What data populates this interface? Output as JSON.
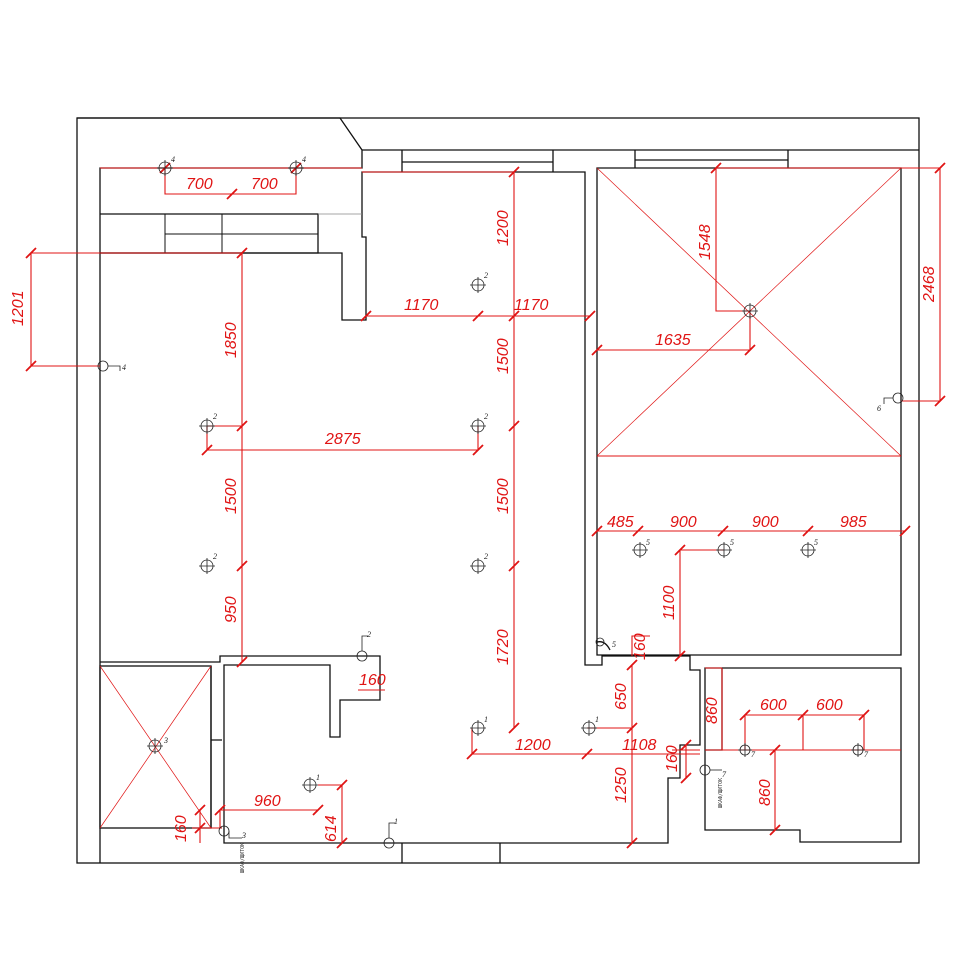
{
  "colors": {
    "dimension": "#e01414",
    "wall": "#111111",
    "background": "#ffffff"
  },
  "dimensions": {
    "d700a": "700",
    "d700b": "700",
    "d1201": "1201",
    "d1850": "1850",
    "d1200a": "1200",
    "d1170a": "1170",
    "d1170b": "1170",
    "d1500a": "1500",
    "d1500b": "1500",
    "d1500c": "1500",
    "d2875": "2875",
    "d950": "950",
    "d1720": "1720",
    "d1548": "1548",
    "d1635": "1635",
    "d2468": "2468",
    "d485": "485",
    "d900a": "900",
    "d900b": "900",
    "d985": "985",
    "d1100": "1100",
    "d160a": "160",
    "d160b": "160",
    "d160c": "160",
    "d160d": "160",
    "d650": "650",
    "d1200b": "1200",
    "d1108": "1108",
    "d1250": "1250",
    "d860a": "860",
    "d860b": "860",
    "d600a": "600",
    "d600b": "600",
    "d960": "960",
    "d614": "614"
  },
  "markers": {
    "m4a": "4",
    "m4b": "4",
    "m4c": "4",
    "m2a": "2",
    "m2b": "2",
    "m2c": "2",
    "m2d": "2",
    "m2e": "2",
    "m2f": "2",
    "m3a": "3",
    "m3b": "3",
    "m1a": "1",
    "m1b": "1",
    "m1c": "1",
    "m1d": "1",
    "m5a": "5",
    "m5b": "5",
    "m5c": "5",
    "m5d": "5",
    "m6": "6",
    "m7a": "7",
    "m7b": "7",
    "m7c": "7"
  },
  "socket_labels": {
    "s1": "ШКАФ/ЩИТОК",
    "s2": "ШКАФ/ЩИТОК"
  }
}
